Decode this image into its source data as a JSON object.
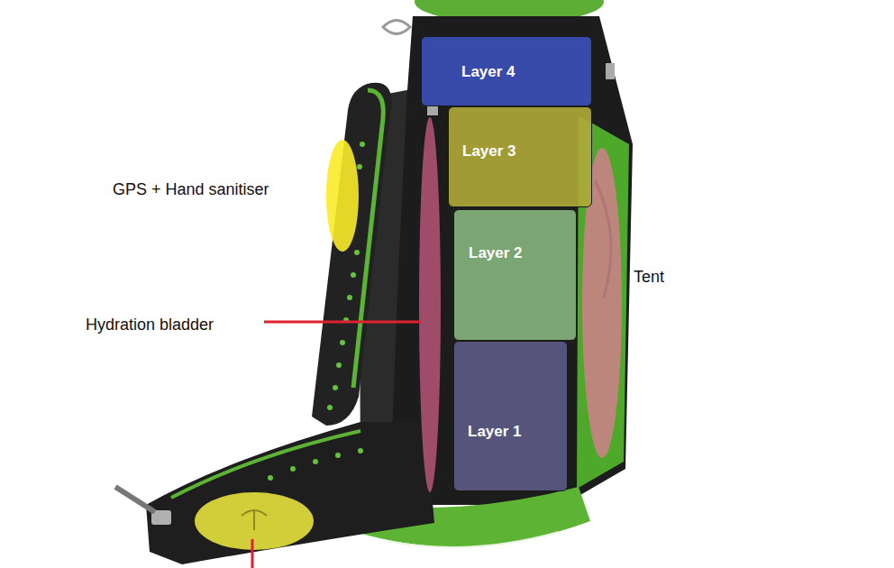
{
  "diagram": {
    "nodes": [
      {
        "text": [
          "Layer 4"
        ]
      },
      {
        "text": [
          "Layer 3"
        ]
      },
      {
        "text": [
          "Layer 2"
        ]
      },
      {
        "text": [
          "Layer 1"
        ]
      }
    ],
    "labels": [
      "GPS + Hand sanitiser",
      "Hydration bladder",
      "Tent"
    ]
  }
}
